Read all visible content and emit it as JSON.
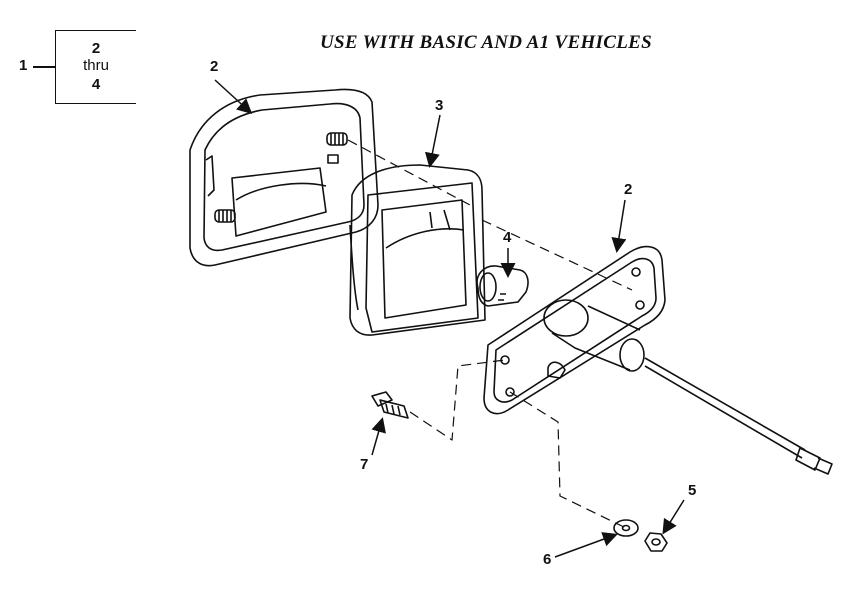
{
  "title": "USE WITH BASIC AND A1 VEHICLES",
  "reference": {
    "main": "1",
    "range_start": "2",
    "range_word": "thru",
    "range_end": "4"
  },
  "callouts": {
    "housing_left": "2",
    "lens": "3",
    "lamp": "4",
    "housing_right": "2",
    "nut": "5",
    "washer": "6",
    "screw": "7"
  }
}
